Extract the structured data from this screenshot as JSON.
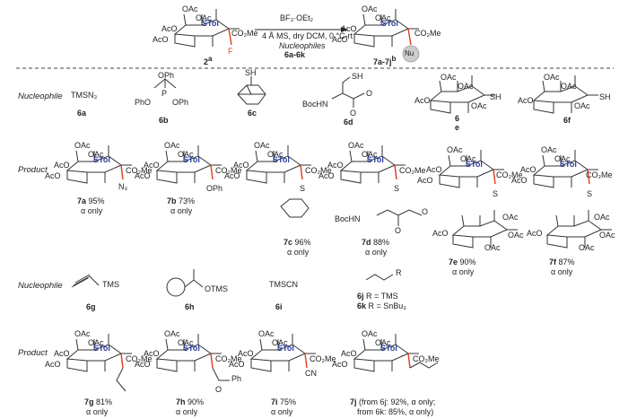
{
  "header": {
    "reagent_top": "BF₃·OEt₂",
    "conditions": "4 Å MS, dry DCM, 0 °C-rt",
    "nucleophiles_label": "Nucleophiles",
    "nucleophiles_range": "6a-6k",
    "start_compound": "2",
    "start_sup": "a",
    "product_compound": "7a-7j",
    "product_sup": "b",
    "nu": "Nu"
  },
  "row_labels": {
    "nucleophile": "Nucleophile",
    "product": "Product"
  },
  "sugar_labels": {
    "oac": "OAc",
    "aco": "AcO",
    "stol": "STol",
    "co2me": "CO₂Me",
    "f": "F"
  },
  "nucleophiles_row1": [
    {
      "id": "6a",
      "text": "TMSN₃"
    },
    {
      "id": "6b",
      "text": "P(OPh)₃"
    },
    {
      "id": "6c",
      "text": "SH"
    },
    {
      "id": "6d",
      "text": "SH"
    },
    {
      "id": "6e",
      "text": "SH"
    },
    {
      "id": "6f",
      "text": "SH"
    }
  ],
  "nuc_labels": {
    "opH": "OPh",
    "phO": "PhO",
    "p": "P",
    "bochn": "BocHN",
    "o": "O",
    "oac": "OAc",
    "aco": "AcO",
    "tms": "TMS",
    "otms": "OTMS",
    "tmscn": "TMSCN",
    "r": "R",
    "j_def": "R = TMS",
    "k_def": "R = SnBu₃",
    "n3": "N₃",
    "oph": "OPh",
    "s": "S",
    "ph": "Ph",
    "cn": "CN",
    "e_label_6": "6",
    "e_label_e": "e"
  },
  "products_row1": [
    {
      "id": "7a",
      "yield": "95%",
      "sel": "α only"
    },
    {
      "id": "7b",
      "yield": "73%",
      "sel": "α only"
    },
    {
      "id": "7c",
      "yield": "96%",
      "sel": "α only"
    },
    {
      "id": "7d",
      "yield": "88%",
      "sel": "α only"
    },
    {
      "id": "7e",
      "yield": "90%",
      "sel": "α only"
    },
    {
      "id": "7f",
      "yield": "87%",
      "sel": "α only"
    }
  ],
  "nucleophiles_row2": [
    {
      "id": "6g"
    },
    {
      "id": "6h"
    },
    {
      "id": "6i"
    },
    {
      "id": "6j"
    },
    {
      "id": "6k"
    }
  ],
  "products_row2": [
    {
      "id": "7g",
      "yield": "81%",
      "sel": "α only"
    },
    {
      "id": "7h",
      "yield": "90%",
      "sel": "α only"
    },
    {
      "id": "7i",
      "yield": "75%",
      "sel": "α only"
    },
    {
      "id": "7j",
      "line1": "(from 6j: 92%, α only;",
      "line2": "from 6k: 85%, α only)"
    }
  ]
}
